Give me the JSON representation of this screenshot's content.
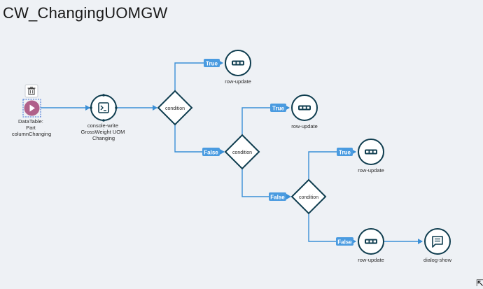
{
  "page": {
    "title": "CW_ChangingUOMGW"
  },
  "nodes": {
    "trigger": {
      "lines": [
        "DataTable:",
        "Part",
        "columnChanging"
      ]
    },
    "console": {
      "lines": [
        "console-write",
        "GrossWeight UOM",
        "Changing"
      ]
    },
    "cond1": {
      "label": "condition"
    },
    "cond2": {
      "label": "condition"
    },
    "cond3": {
      "label": "condition"
    },
    "rowupd1": {
      "label": "row-update"
    },
    "rowupd2": {
      "label": "row-update"
    },
    "rowupd3": {
      "label": "row-update"
    },
    "rowupd4": {
      "label": "row-update"
    },
    "dialog": {
      "label": "dialog-show"
    }
  },
  "edges": {
    "true_label": "True",
    "false_label": "False"
  },
  "colors": {
    "node_stroke": "#0f3d4f",
    "edge": "#3a8fd6",
    "badge": "#4a9be0",
    "trigger": "#b0608a",
    "selection": "#3a6fd6"
  },
  "icons": {
    "trigger": "play-icon",
    "delete": "trash-icon",
    "console": "terminal-icon",
    "row_update": "ellipsis-icon",
    "dialog": "message-icon"
  }
}
